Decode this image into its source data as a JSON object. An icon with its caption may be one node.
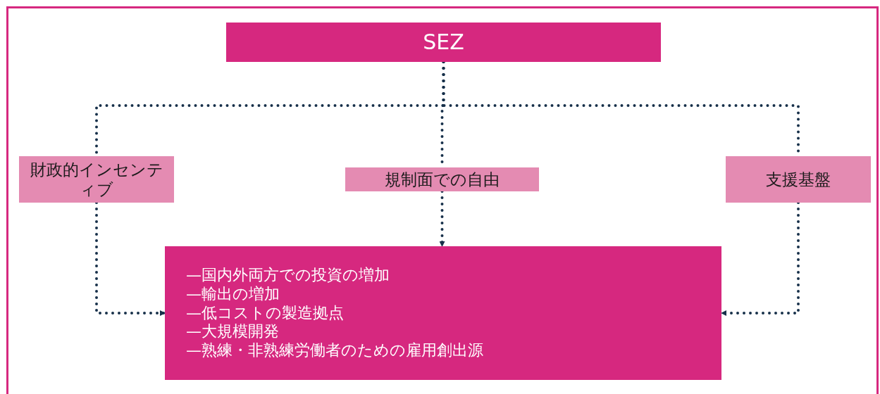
{
  "diagram": {
    "nodes": [
      {
        "text": [
          "SEZ"
        ]
      },
      {
        "text": [
          "財政的インセンティブ"
        ]
      },
      {
        "text": [
          "規制面での自由"
        ]
      },
      {
        "text": [
          "支援基盤"
        ]
      },
      {
        "text": [
          "—国内外両方での投資の増加",
          "—輸出の増加",
          "—低コストの製造拠点",
          "—大規模開発",
          "—熟練・非熟練労働者のための雇用創出源"
        ]
      }
    ],
    "edges": [
      {
        "from": 0,
        "to": 1,
        "arrow": "none",
        "style": "dashed"
      },
      {
        "from": 0,
        "to": 2,
        "arrow": "none",
        "style": "dashed"
      },
      {
        "from": 0,
        "to": 3,
        "arrow": "none",
        "style": "dashed"
      },
      {
        "from": 1,
        "to": 4,
        "arrow": "to",
        "style": "dashed"
      },
      {
        "from": 2,
        "to": 4,
        "arrow": "to",
        "style": "dashed"
      },
      {
        "from": 3,
        "to": 4,
        "arrow": "to",
        "style": "dashed"
      }
    ]
  }
}
